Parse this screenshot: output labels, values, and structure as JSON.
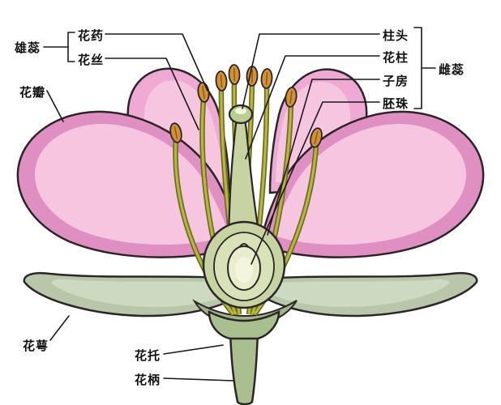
{
  "labels": {
    "stamen": "雄蕊",
    "anther": "花药",
    "filament": "花丝",
    "petal": "花瓣",
    "sepal": "花萼",
    "receptacle": "花托",
    "pedicel": "花柄",
    "stigma": "柱头",
    "style": "花柱",
    "ovary": "子房",
    "ovule": "胚珠",
    "pistil": "雌蕊"
  },
  "colors": {
    "outline": "#2b2528",
    "line": "#1a1a1a",
    "petal": "#e08fc2",
    "petal-light": "#eeaad4",
    "petal-highlight": "#f6c6e1",
    "sepal": "#b8c7a9",
    "sepal-hi": "#cdd9c0",
    "sepal-dark": "#9eb487",
    "stem": "#a9bf90",
    "pistil": "#c7d3a0",
    "ovary-inner": "#d9e1b6",
    "ovule": "#e8edcc",
    "ovule-core": "#f3f5de",
    "stigma": "#b9cf92",
    "filament": "#b6b73c",
    "filament-dark": "#6a6b1d",
    "anther": "#d29135",
    "anther-line": "#8a5a17",
    "text": "#111111"
  }
}
